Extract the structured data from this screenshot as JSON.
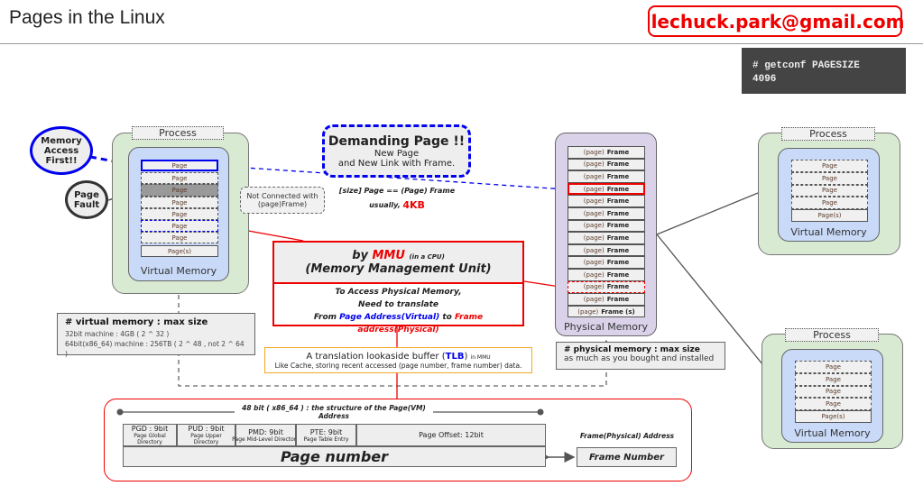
{
  "header": {
    "title": "Pages in the Linux",
    "email": "lechuck.park@gmail.com"
  },
  "terminal": {
    "command": "# getconf PAGESIZE",
    "output": "4096"
  },
  "left_process": {
    "label": "Process",
    "vm_label": "Virtual Memory",
    "pages": [
      "Page",
      "Page",
      "Page",
      "Page",
      "Page",
      "Page",
      "Page"
    ],
    "last_page": "Page(s)"
  },
  "callouts": {
    "memory_access": "Memory Access First!!",
    "page_fault": "Page Fault",
    "not_connected": "Not Connected with (page)Frame)"
  },
  "demanding": {
    "title": "Demanding Page !!",
    "line1": "New Page",
    "line2": "and New Link with Frame."
  },
  "size_note": {
    "line1": "[size] Page == (Page) Frame",
    "usually": "usually,",
    "size": "4KB"
  },
  "mmu": {
    "by": "by",
    "mmu": "MMU",
    "in_cpu": "(in a CPU)",
    "full": "(Memory Management Unit)",
    "line1": "To Access Physical Memory,",
    "line2": "Need to translate",
    "from": "From",
    "page_addr": "Page Address(Virtual)",
    "to": "to",
    "frame_addr": "Frame address(Physical)"
  },
  "tlb": {
    "prefix": "A translation lookaside buffer (",
    "tlb": "TLB",
    "suffix": ")",
    "in_mmu": "in MMU",
    "desc": "Like Cache, storing recent accessed (page number, frame number) data."
  },
  "vm_max": {
    "title": "# virtual memory : max size",
    "line1": "32bit machine : 4GB ( 2 ^ 32 )",
    "line2": "64bit(x86_64) machine : 256TB ( 2 ^ 48 , not 2 ^ 64 )"
  },
  "physical": {
    "label": "Physical Memory",
    "frame_prefix": "(page)",
    "frame": "Frame",
    "last_frame": "Frame (s)",
    "frame_count": 13
  },
  "pm_max": {
    "title": "# physical memory : max size",
    "line1": "as much as you bought and installed"
  },
  "right_processes": [
    {
      "label": "Process",
      "vm_label": "Virtual Memory",
      "pages": [
        "Page",
        "Page",
        "Page",
        "Page"
      ],
      "last_page": "Page(s)"
    },
    {
      "label": "Process",
      "vm_label": "Virtual Memory",
      "pages": [
        "Page",
        "Page",
        "Page",
        "Page"
      ],
      "last_page": "Page(s)"
    }
  ],
  "address": {
    "ruler": "48 bit ( x86_64 ) : the structure of the Page(VM) Address",
    "fields": [
      {
        "name": "PGD : 9bit",
        "desc": "Page Global Directory"
      },
      {
        "name": "PUD : 9bit",
        "desc": "Page Upper  Directory"
      },
      {
        "name": "PMD: 9bit",
        "desc": "Page Mid-Level  Directory"
      },
      {
        "name": "PTE: 9bit",
        "desc": "Page Table Entry"
      }
    ],
    "offset": "Page Offset: 12bit",
    "page_number": "Page number",
    "frame_title": "Frame(Physical) Address",
    "frame_number": "Frame Number"
  },
  "colors": {
    "red": "#ee0000",
    "blue": "#0000ee",
    "green": "#d9ead3",
    "vm_blue": "#c9daf8",
    "purple": "#d9d2e9",
    "orange": "#f6a623"
  }
}
